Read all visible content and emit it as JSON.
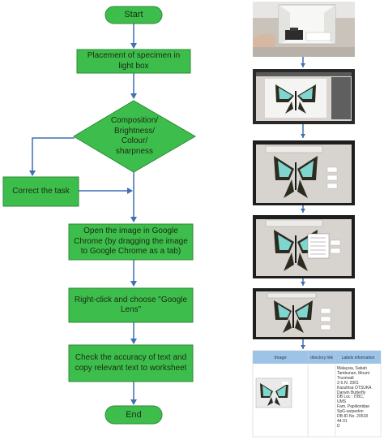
{
  "colors": {
    "node_fill": "#3dbe4c",
    "node_stroke": "#2e8a36",
    "arrow": "#3f6fb5",
    "table_header": "#9dc3e6",
    "butterfly_teal": "#7fd6cf",
    "butterfly_dark": "#2d2a20",
    "screen_frame": "#2a2a2a"
  },
  "flowchart": {
    "start": "Start",
    "step1": "Placement of specimen in\nlight box",
    "decision": "Composition/\nBrightness/\nColour/\nsharpness",
    "correct": "Correct the task",
    "step2": "Open the  image in Google\nChrome (by dragging the image\nto Google Chrome as a tab)",
    "step3": "Right-click and choose \"Google\nLens\"",
    "step4": "Check the  accuracy of text and\ncopy relevant text  to worksheet",
    "end": "End"
  },
  "photos": {
    "items": [
      {
        "name": "lightbox-photo",
        "icon": "lightbox-camera-photo"
      },
      {
        "name": "screen-photo-1",
        "icon": "butterfly-specimen-screen"
      },
      {
        "name": "screen-photo-2",
        "icon": "butterfly-specimen-closeup"
      },
      {
        "name": "screen-photo-3",
        "icon": "butterfly-drag-to-chrome"
      },
      {
        "name": "screen-photo-4",
        "icon": "butterfly-google-lens"
      }
    ]
  },
  "worksheet": {
    "headers": [
      "Image",
      "directory link",
      "Labels information"
    ],
    "labels_text": "Malaysia, Sabah\nTambunan, Mount\nTrusmadi\n2-5.IV. 2001\nKazuhisa OTSUKA\nDarwin Butterfly\nDB Loc : ITBC,\nUMS\nFam. Papilionidae\nSpG-sarpedon\nDB-ID No. 20518\n44.01\nD"
  }
}
